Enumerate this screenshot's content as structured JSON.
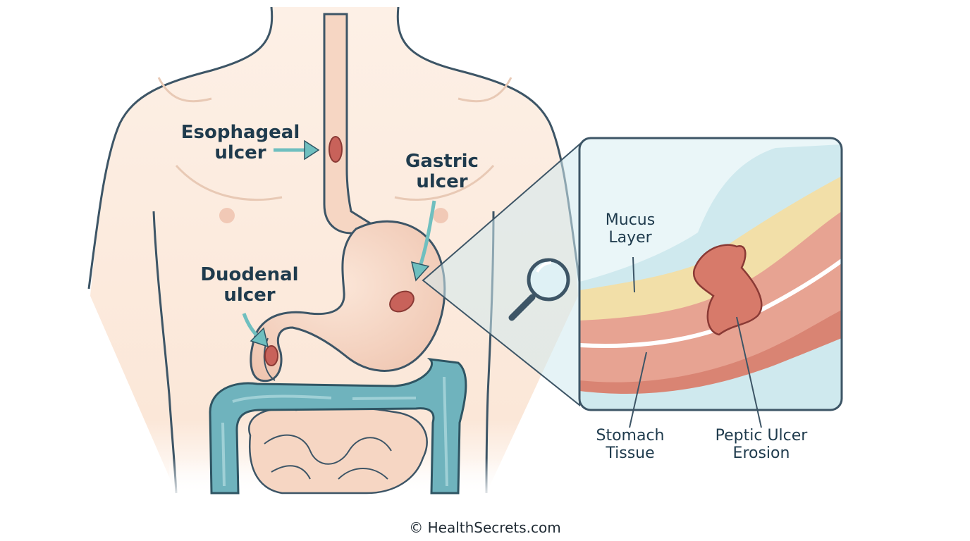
{
  "labels": {
    "esophageal": "Esophageal\nulcer",
    "gastric": "Gastric\nulcer",
    "duodenal": "Duodenal\nulcer",
    "mucus": "Mucus\nLayer",
    "stomach_tissue": "Stomach\nTissue",
    "peptic": "Peptic Ulcer\nErosion"
  },
  "footer": {
    "copyright": "© HealthSecrets.com"
  },
  "colors": {
    "skin": "#fbe7d8",
    "outline": "#3d5566",
    "organ": "#f6d6c3",
    "ulcer": "#c8625a",
    "colon": "#6fb3bd",
    "mucus": "#cfe9ee",
    "yellow_layer": "#f2dfa8",
    "muscle": "#e7a392",
    "arrow": "#6fbfbf"
  },
  "icons": [
    "magnifier-icon"
  ]
}
